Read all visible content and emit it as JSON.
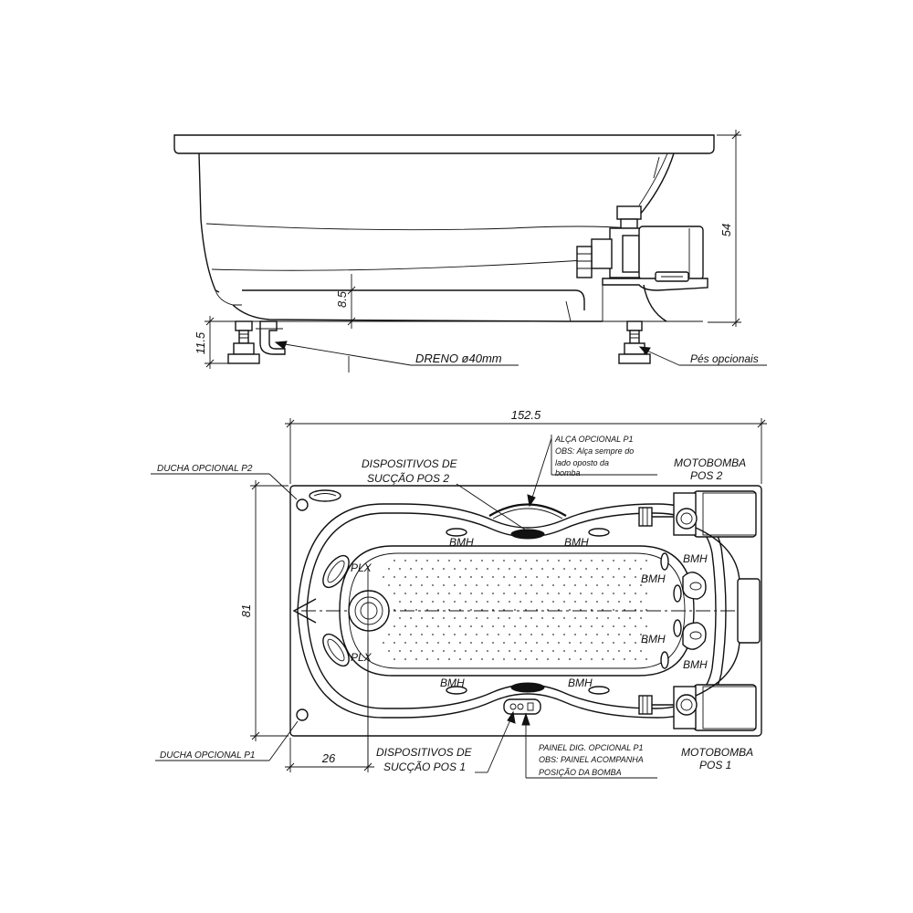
{
  "side_view": {
    "dim_height": "54",
    "dim_floor_gap": "8.5",
    "dim_feet": "11.5",
    "drain_label": "DRENO ø40mm",
    "feet_label": "Pés opcionais"
  },
  "top_view": {
    "dim_length": "152.5",
    "dim_width": "81",
    "dim_drain_offset": "26",
    "shower_p2": "DUCHA OPCIONAL P2",
    "shower_p1": "DUCHA OPCIONAL P1",
    "suction_pos2_line1": "DISPOSITIVOS DE",
    "suction_pos2_line2": "SUCÇÃO POS 2",
    "suction_pos1_line1": "DISPOSITIVOS DE",
    "suction_pos1_line2": "SUCÇÃO POS 1",
    "handle_line1": "ALÇA OPCIONAL P1",
    "handle_line2": "OBS: Alça sempre do",
    "handle_line3": "lado oposto da",
    "handle_line4": "bomba",
    "pump_pos2_line1": "MOTOBOMBA",
    "pump_pos2_line2": "POS 2",
    "pump_pos1_line1": "MOTOBOMBA",
    "pump_pos1_line2": "POS 1",
    "panel_line1": "PAINEL DIG. OPCIONAL P1",
    "panel_line2": "OBS: PAINEL ACOMPANHA",
    "panel_line3": "POSIÇÃO DA BOMBA",
    "bmh": "BMH",
    "plx": "PLX"
  }
}
